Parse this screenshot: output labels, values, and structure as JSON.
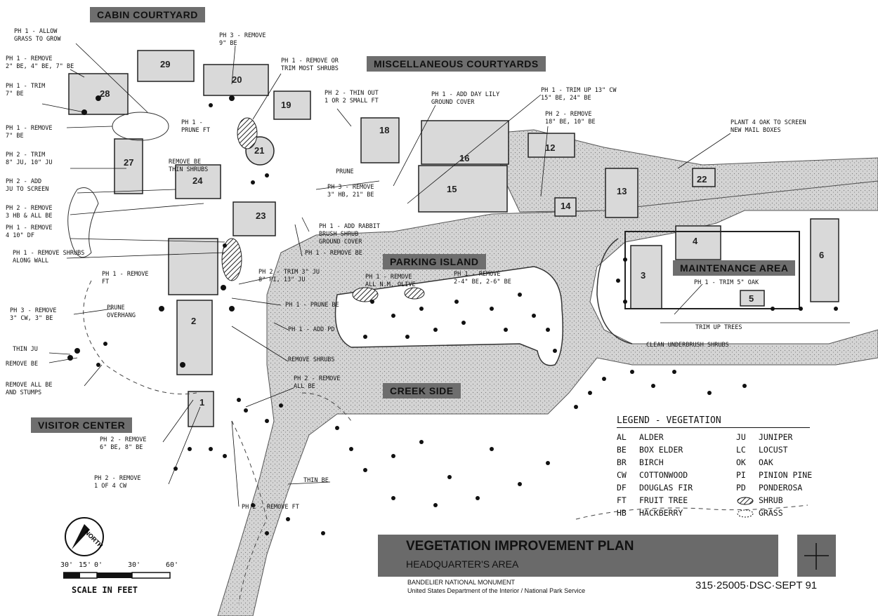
{
  "areas": {
    "cabin_courtyard": "CABIN COURTYARD",
    "misc_courtyards": "MISCELLANEOUS COURTYARDS",
    "parking_island": "PARKING ISLAND",
    "maintenance_area": "MAINTENANCE AREA",
    "creek_side": "CREEK SIDE",
    "visitor_center": "VISITOR CENTER"
  },
  "buildings": [
    "29",
    "28",
    "20",
    "19",
    "18",
    "21",
    "27",
    "24",
    "23",
    "16",
    "15",
    "12",
    "13",
    "14",
    "22",
    "4",
    "3",
    "5",
    "6",
    "2",
    "1"
  ],
  "notes": {
    "n1": "PH 1 - ALLOW\nGRASS TO GROW",
    "n2": "PH 1 - REMOVE\n2\" BE, 4\" BE, 7\" BE",
    "n3": "PH 1 - TRIM\n7\" BE",
    "n4": "PH 1 - REMOVE\n7\" BE",
    "n5": "PH 2 - TRIM\n8\" JU, 10\" JU",
    "n6": "PH 2 - ADD\nJU TO SCREEN",
    "n7": "PH 2 - REMOVE\n3 HB & ALL BE",
    "n8": "PH 1 - REMOVE\n4 10\" DF",
    "n9": "PH 1 - REMOVE SHRUBS\nALONG WALL",
    "n10": "PH 1 - REMOVE\nFT",
    "n11": "PH 3 - REMOVE\n3\" CW, 3\" BE",
    "n12": "THIN JU",
    "n13": "REMOVE BE",
    "n14": "REMOVE ALL BE\nAND STUMPS",
    "n15": "PH 3 - REMOVE\n9\" BE",
    "n16": "PH 1 - REMOVE OR\nTRIM MOST SHRUBS",
    "n17": "PH 1 -\nPRUNE FT",
    "n18": "REMOVE BE\nTHIN SHRUBS",
    "n19": "PH 2 - THIN OUT\n1 OR 2 SMALL FT",
    "n20": "PH 1 - ADD DAY LILY\nGROUND COVER",
    "n21": "PH 1 - TRIM UP 13\" CW\n15\" BE, 24\" BE",
    "n22": "PH 2 - REMOVE\n18\" BE, 10\" BE",
    "n23": "PLANT 4 OAK TO SCREEN\nNEW MAIL BOXES",
    "n24": "PRUNE",
    "n25": "PH 3 - REMOVE\n3\" HB, 21\" BE",
    "n26": "PH 1 - ADD RABBIT\nBRUSH SHRUB\nGROUND COVER",
    "n27": "PH 1 - REMOVE BE",
    "n28": "PH 2 - TRIM 3\" JU\n8\" PI, 13\" JU",
    "n29": "PH 1 - REMOVE\nALL N.M. OLIVE",
    "n30": "PH 1 - REMOVE\n2-4\" BE, 2-6\" BE",
    "n31": "PH 1 - PRUNE BE",
    "n32": "PH 1 - ADD PD",
    "n33": "REMOVE SHRUBS",
    "n34": "PRUNE\nOVERHANG",
    "n35": "PH 1 - TRIM 5\" OAK",
    "n36": "TRIM UP TREES",
    "n37": "CLEAN UNDERBRUSH SHRUBS",
    "n38": "PH 2 - REMOVE\nALL BE",
    "n39": "PH 2 - REMOVE\n6\" BE, 8\" BE",
    "n40": "PH 2 - REMOVE\n1 OF 4 CW",
    "n41": "THIN BE",
    "n42": "PH 2 - REMOVE FT"
  },
  "legend": {
    "title": "LEGEND - VEGETATION",
    "left": [
      {
        "code": "AL",
        "name": "ALDER"
      },
      {
        "code": "BE",
        "name": "BOX ELDER"
      },
      {
        "code": "BR",
        "name": "BIRCH"
      },
      {
        "code": "CW",
        "name": "COTTONWOOD"
      },
      {
        "code": "DF",
        "name": "DOUGLAS FIR"
      },
      {
        "code": "FT",
        "name": "FRUIT TREE"
      },
      {
        "code": "HB",
        "name": "HACKBERRY"
      }
    ],
    "right": [
      {
        "code": "JU",
        "name": "JUNIPER"
      },
      {
        "code": "LC",
        "name": "LOCUST"
      },
      {
        "code": "OK",
        "name": "OAK"
      },
      {
        "code": "PI",
        "name": "PINION PINE"
      },
      {
        "code": "PD",
        "name": "PONDEROSA"
      },
      {
        "code": "",
        "name": "SHRUB"
      },
      {
        "code": "",
        "name": "GRASS"
      }
    ]
  },
  "north_label": "NORTH",
  "scale": {
    "ticks": [
      "30'",
      "15'",
      "0'",
      "30'",
      "60'"
    ],
    "caption": "SCALE IN FEET"
  },
  "title_block": {
    "title": "VEGETATION IMPROVEMENT PLAN",
    "subtitle": "HEADQUARTER'S AREA",
    "park": "BANDELIER NATIONAL MONUMENT",
    "agency": "United States Department of the Interior / National Park Service",
    "drawing_number": "315·25005·DSC·SEPT 91"
  },
  "colors": {
    "label_fill": "#6e6e6e",
    "title_fill": "#6a6a6a",
    "pavement": "#cfcfcf",
    "building": "#d9d9d9",
    "ink": "#111111"
  }
}
